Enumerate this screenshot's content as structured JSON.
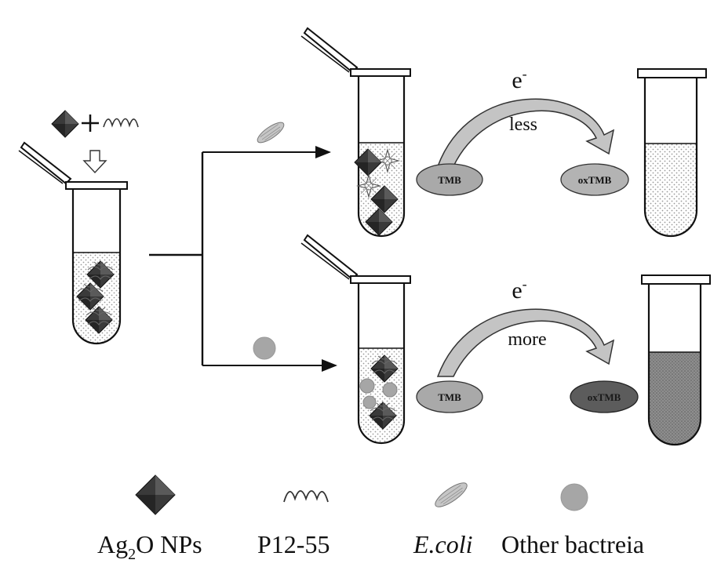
{
  "top_branch": {
    "electron_label": "e",
    "electron_charge": "-",
    "amount_label": "less",
    "reactant_label": "TMB",
    "product_label": "oxTMB"
  },
  "bottom_branch": {
    "electron_label": "e",
    "electron_charge": "-",
    "amount_label": "more",
    "reactant_label": "TMB",
    "product_label": "oxTMB"
  },
  "legend": {
    "ag2o_prefix": "Ag",
    "ag2o_subscript": "2",
    "ag2o_suffix": "O NPs",
    "peptide_label": "P12-55",
    "ecoli_label": "E.coli",
    "other_label": "Other bactreia"
  },
  "colors": {
    "ag2o_nanoparticle": "#3a3a3a",
    "peptide": "#333333",
    "ecoli": "#b8b8b8",
    "other_bacteria": "#a6a6a6",
    "tube_outline": "#111111",
    "solution_light": "#dedede",
    "solution_dark": "#8e8e8e",
    "arrow_fill": "#c4c4c4",
    "tmb_fill": "#a9a9a9",
    "oxtmb_light": "#b3b3b3",
    "oxtmb_dark": "#5c5c5c"
  }
}
